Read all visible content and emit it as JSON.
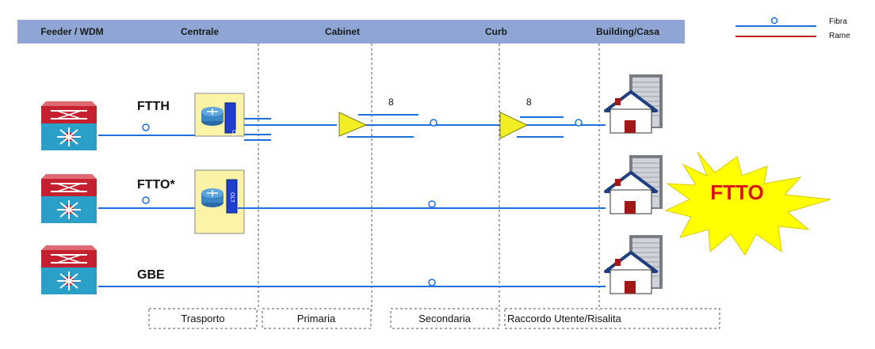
{
  "header": {
    "columns": [
      "Feeder / WDM",
      "Centrale",
      "Cabinet",
      "Curb",
      "Building/Casa"
    ]
  },
  "legend": {
    "fiber_label": "Fibra",
    "copper_label": "Rame",
    "fiber_color": "#1f6fe0",
    "copper_color": "#c0141c"
  },
  "rows": {
    "ftth": {
      "label": "FTTH",
      "split_cabinet": "8",
      "split_curb": "8"
    },
    "ftto": {
      "label": "FTTO*"
    },
    "gbe": {
      "label": "GBE"
    }
  },
  "olt_label": "OLT",
  "burst_label": "FTTO",
  "segments": [
    "Trasporto",
    "Primaria",
    "Secondaria",
    "Raccordo Utente/Risalita"
  ],
  "colors": {
    "header_bg": "#8fa6d4",
    "fiber": "#1f6fe0",
    "copper": "#c0141c",
    "switch_red": "#c4202f",
    "switch_blue": "#2aa0c8",
    "olt_box": "#fbf3a6",
    "splitter": "#f2ee25",
    "burst": "#ffff00"
  }
}
